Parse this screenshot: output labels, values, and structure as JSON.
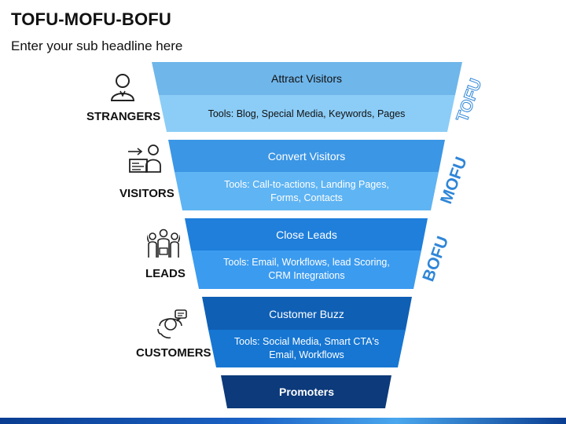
{
  "header": {
    "title": "TOFU-MOFU-BOFU",
    "subtitle": "Enter your sub headline here"
  },
  "stages": [
    {
      "title": "Attract Visitors",
      "tools": "Tools: Blog, Special Media, Keywords, Pages"
    },
    {
      "title": "Convert Visitors",
      "tools": "Tools: Call-to-actions, Landing Pages, Forms, Contacts"
    },
    {
      "title": "Close Leads",
      "tools": "Tools: Email, Workflows, lead Scoring, CRM Integrations"
    },
    {
      "title": "Customer Buzz",
      "tools": "Tools: Social Media, Smart CTA's Email, Workflows"
    },
    {
      "title": "Promoters",
      "tools": ""
    }
  ],
  "personas": [
    {
      "label": "STRANGERS",
      "icon": "person-icon"
    },
    {
      "label": "VISITORS",
      "icon": "presenter-icon"
    },
    {
      "label": "LEADS",
      "icon": "group-icon"
    },
    {
      "label": "CUSTOMERS",
      "icon": "support-chat-icon"
    }
  ],
  "tags": [
    "TOFU",
    "MOFU",
    "BOFU"
  ],
  "colors": {
    "stage1_top": "#6fb6ea",
    "stage1_bottom": "#8ccdf7",
    "stage2_top": "#3b96e5",
    "stage2_bottom": "#5fb4f3",
    "stage3_top": "#1f7fdb",
    "stage3_bottom": "#3b9bef",
    "stage4_top": "#0f5fb5",
    "stage4_bottom": "#1676d2",
    "stage5": "#0c3a7a",
    "tag_blue": "#2f86d8"
  }
}
